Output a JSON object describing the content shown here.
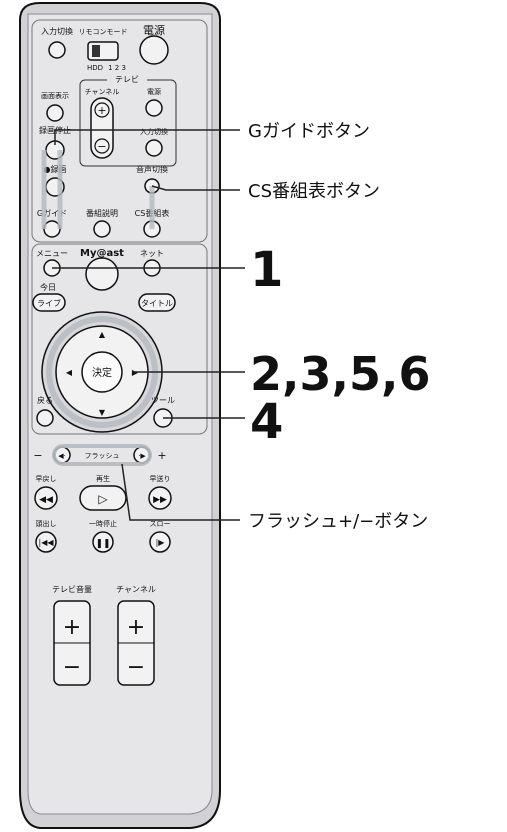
{
  "remote": {
    "top_row": {
      "input_switch": "入力切換",
      "remote_mode": "リモコンモード",
      "power": "電源"
    },
    "mode_switch": {
      "hdd": "HDD",
      "nums": "1 2 3"
    },
    "tv_group": {
      "title": "テレビ",
      "display": "画面表示",
      "channel": "チャンネル",
      "power": "電源",
      "input": "入力切換"
    },
    "rec_stop": "録画停止",
    "rec": "●録画",
    "audio_switch": "音声切換",
    "g_guide": "Gガイド",
    "program_info": "番組説明",
    "cs_guide": "CS番組表",
    "menu": "メニュー",
    "mycast": "My@ast",
    "net": "ネット",
    "today": "今日",
    "live": "ライブ",
    "title": "タイトル",
    "enter": "決定",
    "back": "戻る",
    "tool": "ツール",
    "flash": {
      "minus": "−",
      "label": "フラッシュ",
      "plus": "+"
    },
    "playback": {
      "rewind": "早戻し",
      "play": "再生",
      "ff": "早送り",
      "prev": "頭出し",
      "pause": "一時停止",
      "slow": "スロー"
    },
    "volume": "テレビ音量",
    "channel": "チャンネル"
  },
  "callouts": {
    "g_guide": "Gガイドボタン",
    "cs_guide": "CS番組表ボタン",
    "step1": "1",
    "step2": "2,3,5,6",
    "step4": "4",
    "flash": "フラッシュ+/−ボタン"
  },
  "colors": {
    "body": "#d2d2d6",
    "body_dark": "#8a8a90",
    "accent": "#b3bac0",
    "callout_line": "#222222"
  }
}
